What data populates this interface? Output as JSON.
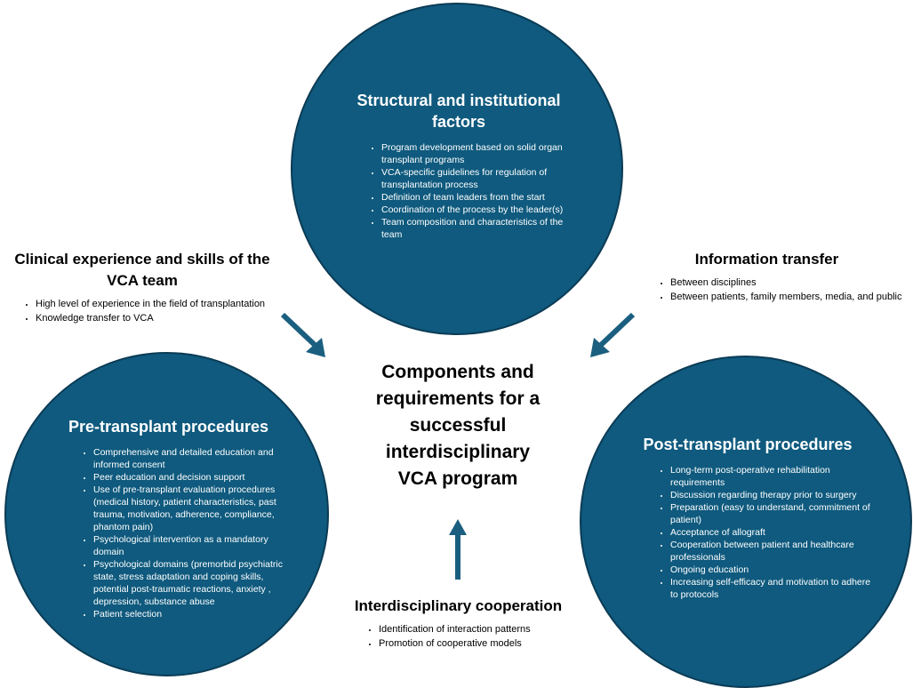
{
  "colors": {
    "circle_fill": "#0f5a7e",
    "circle_border": "#0b3b55",
    "arrow": "#1b5f80"
  },
  "center": {
    "lines": [
      "Components and",
      "requirements for a",
      "successful",
      "interdisciplinary",
      "VCA program"
    ]
  },
  "structural": {
    "title_lines": [
      "Structural and institutional",
      "factors"
    ],
    "items": [
      "Program development based on solid organ transplant programs",
      "VCA-specific guidelines for regulation of transplantation process",
      "Definition of team leaders from the start",
      "Coordination of the process by the leader(s)",
      "Team composition and characteristics of the team"
    ]
  },
  "pre": {
    "title": "Pre-transplant procedures",
    "items": [
      "Comprehensive and detailed education and informed consent",
      "Peer education and decision support",
      "Use of pre-transplant evaluation procedures (medical history, patient characteristics, past trauma, motivation, adherence, compliance, phantom pain)",
      "Psychological intervention as a mandatory domain",
      "Psychological domains (premorbid psychiatric state, stress adaptation and coping skills, potential post-traumatic reactions, anxiety , depression, substance abuse",
      "Patient selection"
    ]
  },
  "post": {
    "title": "Post-transplant procedures",
    "items": [
      "Long-term post-operative rehabilitation requirements",
      "Discussion regarding therapy prior to surgery",
      "Preparation (easy to understand, commitment of patient)",
      "Acceptance of allograft",
      "Cooperation between patient and healthcare professionals",
      "Ongoing education",
      "Increasing self-efficacy and motivation to adhere to protocols"
    ]
  },
  "clinical": {
    "title_lines": [
      "Clinical experience and skills of the",
      "VCA team"
    ],
    "items": [
      "High level of experience in the field of transplantation",
      "Knowledge transfer to VCA"
    ]
  },
  "info": {
    "title": "Information transfer",
    "items": [
      "Between disciplines",
      "Between patients, family members, media, and public"
    ]
  },
  "inter": {
    "title": "Interdisciplinary cooperation",
    "items": [
      "Identification of interaction patterns",
      "Promotion of cooperative models"
    ]
  }
}
